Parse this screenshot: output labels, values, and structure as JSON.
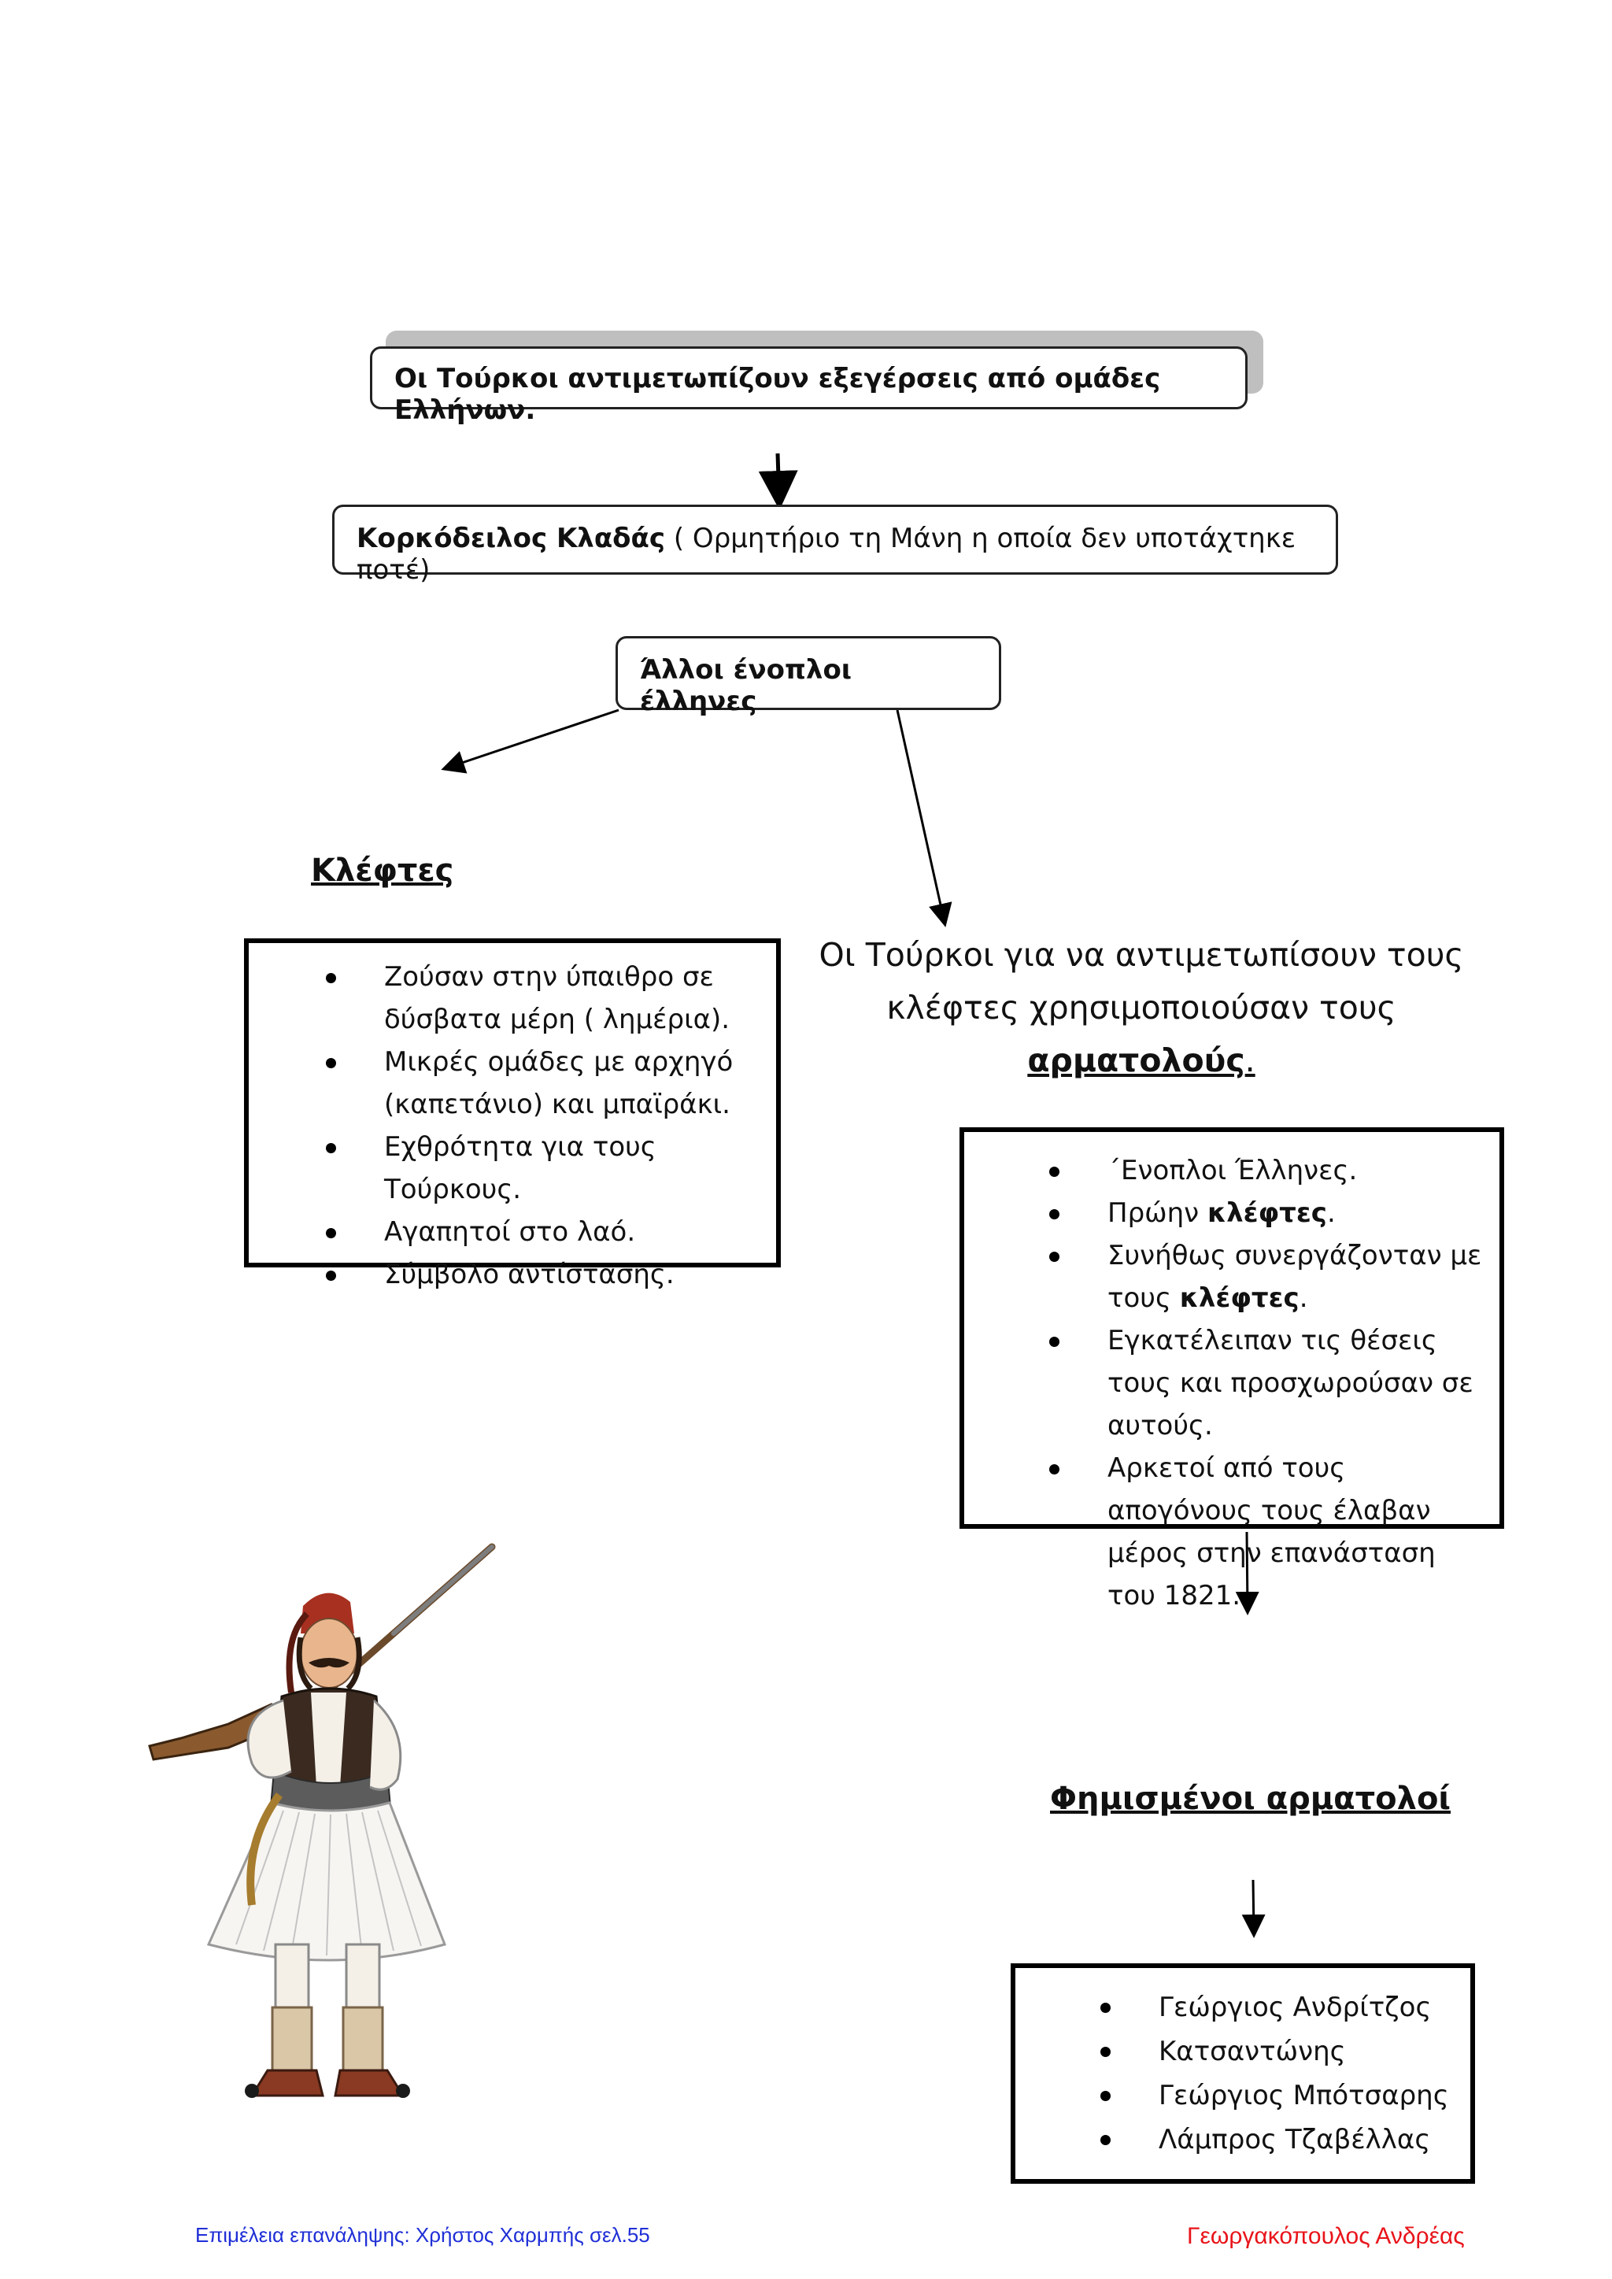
{
  "box_top": {
    "text": "Οι Τούρκοι αντιμετωπίζουν εξεγέρσεις από ομάδες Ελλήνων."
  },
  "box_kladas": {
    "bold": "Κορκόδειλος Κλαδάς",
    "rest": " ( Ορμητήριο τη Μάνη η οποία δεν υποτάχτηκε ποτέ)"
  },
  "box_armed": {
    "text": "Άλλοι ένοπλοι έλληνες"
  },
  "klephts": {
    "heading": "Κλέφτες",
    "items": [
      "Ζούσαν στην ύπαιθρο σε δύσβατα μέρη ( λημέρια).",
      "Μικρές ομάδες με αρχηγό (καπετάνιο) και μπαϊράκι.",
      "Εχθρότητα για τους Τούρκους.",
      "Αγαπητοί στο λαό.",
      "Σύμβολο αντίστασης."
    ]
  },
  "armatoloi_intro": {
    "line1": "Οι Τούρκοι για να αντιμετωπίσουν τους",
    "line2": "κλέφτες χρησιμοποιούσαν τους",
    "word": "αρματολούς",
    "dot": "."
  },
  "armatoloi_box": {
    "item1": "΄Ενοπλοι Έλληνες.",
    "item2_pre": "Πρώην ",
    "item2_bold": "κλέφτες",
    "item2_post": ".",
    "item3_pre": "Συνήθως συνεργάζονταν με τους ",
    "item3_bold": "κλέφτες",
    "item3_post": ".",
    "item4": "Εγκατέλειπαν τις θέσεις τους και προσχωρούσαν σε αυτούς.",
    "item5": "Αρκετοί από τους απογόνους τους έλαβαν μέρος στην επανάσταση του 1821."
  },
  "famous": {
    "heading": "Φημισμένοι αρματολοί",
    "items": [
      "Γεώργιος Ανδρίτζος",
      "Κατσαντώνης",
      "Γεώργιος Μπότσαρης",
      "Λάμπρος Τζαβέλλας"
    ]
  },
  "footer": {
    "left": "Επιμέλεια επανάληψης: Χρήστος Χαρμπής σελ.55",
    "right": "Γεωργακόπουλος Ανδρέας",
    "left_color": "#1f2fd6",
    "right_color": "#e8141a"
  }
}
